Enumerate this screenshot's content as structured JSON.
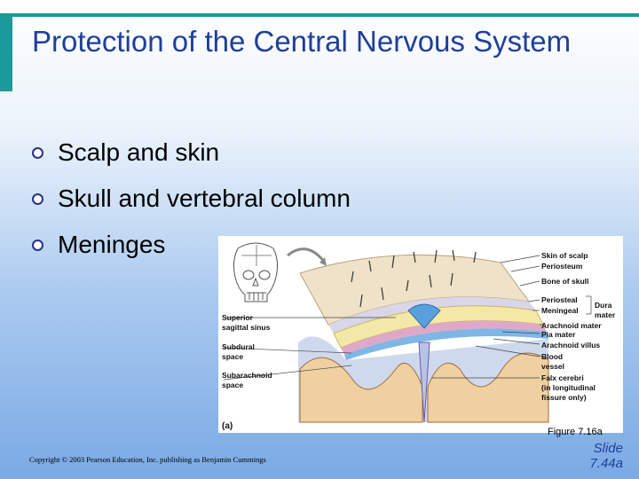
{
  "slide": {
    "title": "Protection of the Central Nervous System",
    "bullets": [
      "Scalp and skin",
      "Skull and vertebral column",
      "Meninges"
    ],
    "figure_caption": "Figure 7.16a",
    "copyright": "Copyright © 2003 Pearson Education, Inc. publishing as Benjamin Cummings",
    "slide_number_line1": "Slide",
    "slide_number_line2": "7.44a"
  },
  "figure": {
    "panel": "(a)",
    "labels_right": {
      "skin_of_scalp": "Skin of scalp",
      "periosteum": "Periosteum",
      "bone_of_skull": "Bone of skull",
      "periosteal": "Periosteal",
      "meningeal": "Meningeal",
      "dura": "Dura",
      "mater": "mater",
      "arachnoid_mater": "Arachnoid mater",
      "pia_mater": "Pia mater",
      "arachnoid_villus": "Arachnoid villus",
      "blood": "Blood",
      "vessel": "vessel",
      "falx_1": "Falx cerebri",
      "falx_2": "(in longitudinal",
      "falx_3": "fissure only)"
    },
    "labels_left": {
      "sss_1": "Superior",
      "sss_2": "sagittal sinus",
      "subdural_1": "Subdural",
      "subdural_2": "space",
      "subarach_1": "Subarachnoid",
      "subarach_2": "space"
    }
  }
}
